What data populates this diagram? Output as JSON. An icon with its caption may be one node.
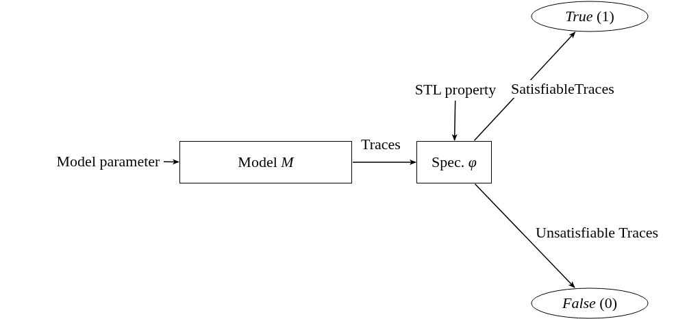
{
  "diagram": {
    "nodes": [
      {
        "text": [
          "Model parameter"
        ]
      },
      {
        "text": [
          "Model *M*"
        ]
      },
      {
        "text": [
          "Spec. *φ*"
        ]
      },
      {
        "text": [
          "STL property"
        ]
      },
      {
        "text": [
          "*True* (1)"
        ]
      },
      {
        "text": [
          "*False* (0)"
        ]
      }
    ],
    "edges": [
      {
        "from": 0,
        "to": 1,
        "arrow": "to"
      },
      {
        "from": 1,
        "to": 2,
        "arrow": "to",
        "label": "Traces"
      },
      {
        "from": 3,
        "to": 2,
        "arrow": "to"
      },
      {
        "from": 2,
        "to": 4,
        "arrow": "to",
        "label": "SatisfiableTraces"
      },
      {
        "from": 2,
        "to": 5,
        "arrow": "to",
        "label": "Unsatisfiable Traces"
      }
    ]
  }
}
